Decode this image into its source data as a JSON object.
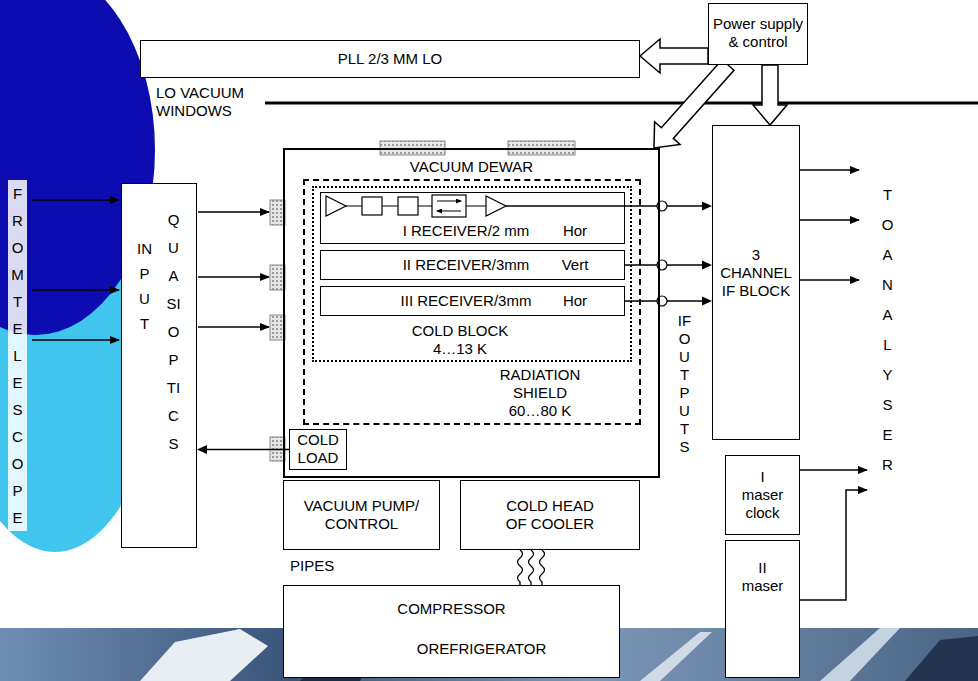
{
  "diagram": {
    "nodes": [
      {
        "text": [
          "PLL 2/3 MM LO"
        ]
      },
      {
        "text": [
          "Power supply & control"
        ]
      },
      {
        "text": [
          "INPUT",
          "QUASIOPTICS"
        ]
      },
      {
        "text": [
          "VACUUM DEWAR"
        ]
      },
      {
        "text": [
          "RADIATION SHIELD 60…80 K"
        ],
        "in": 3
      },
      {
        "text": [
          "COLD BLOCK 4…13 K"
        ],
        "in": 4
      },
      {
        "text": [
          "I RECEIVER/2 mm",
          "Hor"
        ],
        "in": 5
      },
      {
        "text": [
          "II RECEIVER/3mm",
          "Vert"
        ],
        "in": 5
      },
      {
        "text": [
          "III RECEIVER/3mm",
          "Hor"
        ],
        "in": 5
      },
      {
        "text": [
          "COLD LOAD"
        ],
        "in": 3
      },
      {
        "text": [
          "3 CHANNEL IF BLOCK"
        ]
      },
      {
        "text": [
          "VACUUM PUMP/ CONTROL"
        ]
      },
      {
        "text": [
          "COLD HEAD OF COOLER"
        ]
      },
      {
        "text": [
          "COMPRESSOR",
          "OREFRIGERATOR"
        ]
      },
      {
        "text": [
          "I maser clock"
        ]
      },
      {
        "text": [
          "II maser"
        ]
      }
    ],
    "edges": [
      {
        "from": 1,
        "to": 0,
        "arrow": "to"
      },
      {
        "from": 1,
        "to": 3,
        "arrow": "to"
      },
      {
        "from": 1,
        "to": 10,
        "arrow": "to"
      },
      {
        "from": 6,
        "to": 10,
        "arrow": "to"
      },
      {
        "from": 7,
        "to": 10,
        "arrow": "to"
      },
      {
        "from": 8,
        "to": 10,
        "arrow": "to"
      },
      {
        "from": 9,
        "to": 2,
        "arrow": "to"
      },
      {
        "from": 12,
        "to": 13,
        "arrow": "none"
      }
    ],
    "labels": [
      "LO VACUUM WINDOWS",
      "FROM TELESCOPE",
      "IF OUTPUTS",
      "TO ANALYSER",
      "PIPES"
    ]
  }
}
